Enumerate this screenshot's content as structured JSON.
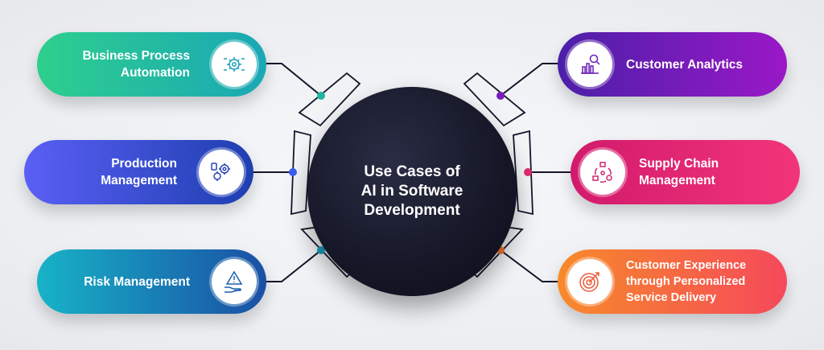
{
  "center": {
    "title_line1": "Use Cases of",
    "title_line2": "AI in Software",
    "title_line3": "Development"
  },
  "left_items": [
    {
      "line1": "Business Process",
      "line2": "Automation",
      "icon": "automation-gears-icon"
    },
    {
      "line1": "Production",
      "line2": "Management",
      "icon": "production-gears-icon"
    },
    {
      "line1": "Risk Management",
      "line2": "",
      "icon": "risk-warning-hand-icon"
    }
  ],
  "right_items": [
    {
      "line1": "Customer Analytics",
      "line2": "",
      "icon": "analytics-chart-magnifier-icon"
    },
    {
      "line1": "Supply Chain",
      "line2": "Management",
      "icon": "supply-chain-cycle-icon"
    },
    {
      "line1": "Customer Experience",
      "line2": "through Personalized",
      "line3": "Service Delivery",
      "icon": "target-arrow-icon"
    }
  ],
  "colors": {
    "business_process": [
      "#2ecf8e",
      "#1aa7b5"
    ],
    "production": [
      "#5a5ff5",
      "#1e3fb0"
    ],
    "risk": [
      "#17b3c7",
      "#1a4fa5"
    ],
    "customer_analytics": [
      "#4b1fa8",
      "#9a18c7"
    ],
    "supply_chain": [
      "#d21a6c",
      "#f2347a"
    ],
    "customer_experience": [
      "#f78a2a",
      "#f5495b"
    ],
    "center": "#151727",
    "connector": "#14162a"
  }
}
